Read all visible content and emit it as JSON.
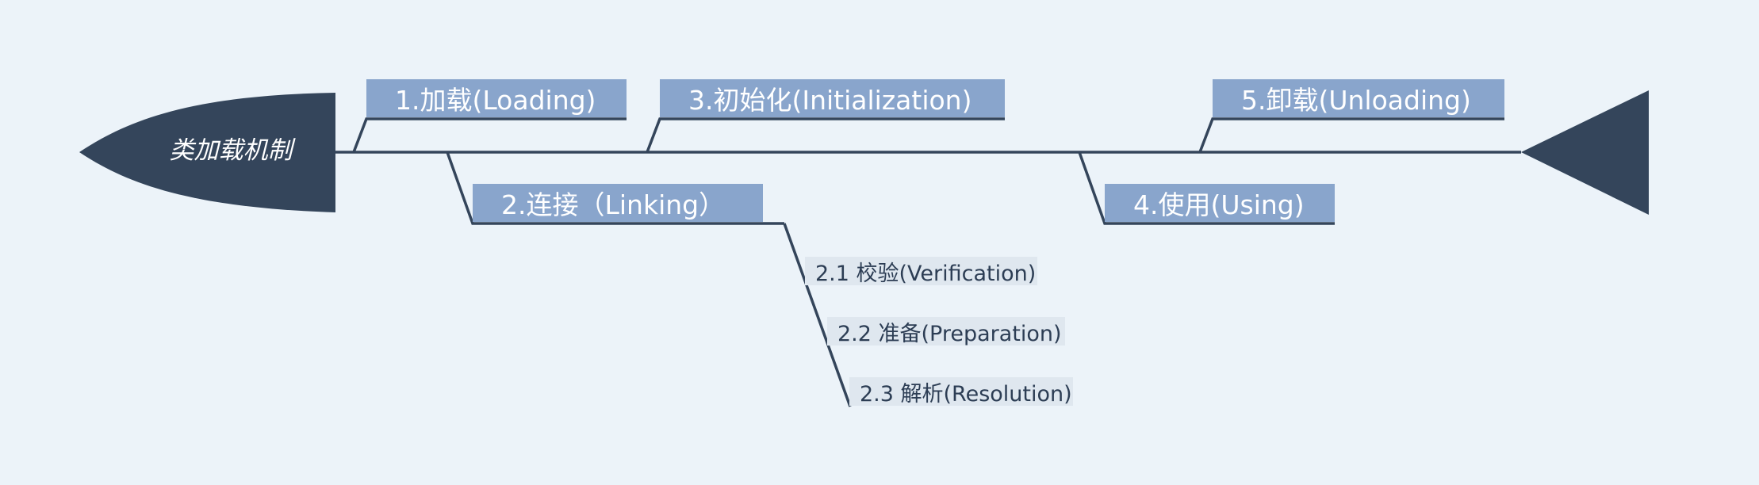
{
  "title": "类加载机制",
  "colors": {
    "background": "#ecf3f9",
    "spine": "#34455b",
    "branch_fill": "#89a5cc",
    "branch_text": "#ffffff",
    "sub_fill": "#dfe7ef",
    "sub_text": "#2c3d54"
  },
  "branches": [
    {
      "label": "1.加载(Loading)"
    },
    {
      "label": "2.连接（Linking）"
    },
    {
      "label": "3.初始化(Initialization)"
    },
    {
      "label": "4.使用(Using)"
    },
    {
      "label": "5.卸载(Unloading)"
    }
  ],
  "sub_branches": [
    {
      "label": "2.1 校验(Verification)"
    },
    {
      "label": "2.2 准备(Preparation)"
    },
    {
      "label": "2.3 解析(Resolution)"
    }
  ]
}
